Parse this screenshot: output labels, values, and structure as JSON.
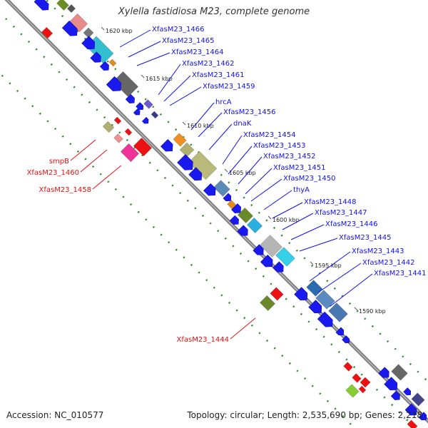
{
  "title": "Xylella fastidiosa M23, complete genome",
  "footer": {
    "accession": "Accession: NC_010577",
    "stats": "Topology: circular; Length: 2,535,690 bp; Genes: 2,218"
  },
  "colors": {
    "forward_label": "#1111ee",
    "reverse_label": "#dd1111",
    "dotted_track": "#2a8a2a",
    "backbone": "#888888"
  },
  "ticks": [
    "1620 kbp",
    "1615 kbp",
    "1610 kbp",
    "1605 kbp",
    "1600 kbp",
    "1595 kbp",
    "1590 kbp"
  ],
  "forward_labels": [
    "XfasM23_1466",
    "XfasM23_1465",
    "XfasM23_1464",
    "XfasM23_1462",
    "XfasM23_1461",
    "XfasM23_1459",
    "hrcA",
    "XfasM23_1456",
    "dnaK",
    "XfasM23_1454",
    "XfasM23_1453",
    "XfasM23_1452",
    "XfasM23_1451",
    "XfasM23_1450",
    "thyA",
    "XfasM23_1448",
    "XfasM23_1447",
    "XfasM23_1446",
    "XfasM23_1445",
    "XfasM23_1443",
    "XfasM23_1442",
    "XfasM23_1441"
  ],
  "reverse_labels": [
    "smpB",
    "XfasM23_1460",
    "XfasM23_1458",
    "XfasM23_1444"
  ]
}
